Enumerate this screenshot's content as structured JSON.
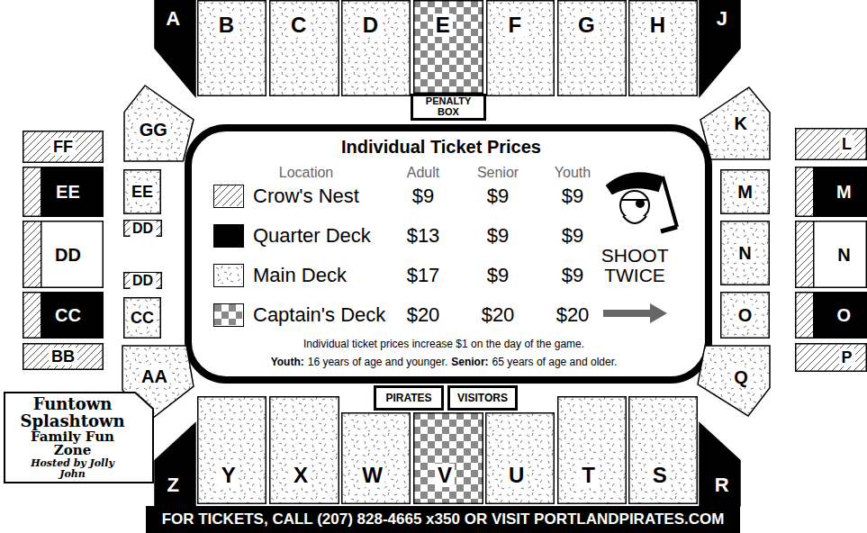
{
  "diagram": {
    "title": "Individual Ticket Prices",
    "nodes": [
      {
        "text": [
          "A"
        ]
      },
      {
        "text": [
          "B"
        ]
      },
      {
        "text": [
          "C"
        ]
      },
      {
        "text": [
          "D"
        ]
      },
      {
        "text": [
          "E"
        ]
      },
      {
        "text": [
          "F"
        ]
      },
      {
        "text": [
          "G"
        ]
      },
      {
        "text": [
          "H"
        ]
      },
      {
        "text": [
          "J"
        ]
      },
      {
        "text": [
          "PENALTY BOX"
        ]
      },
      {
        "text": [
          "GG"
        ]
      },
      {
        "text": [
          "K"
        ]
      },
      {
        "text": [
          "FF"
        ]
      },
      {
        "text": [
          "L"
        ]
      },
      {
        "text": [
          "EE"
        ]
      },
      {
        "text": [
          "EE"
        ]
      },
      {
        "text": [
          "M"
        ]
      },
      {
        "text": [
          "M"
        ]
      },
      {
        "text": [
          "DD"
        ]
      },
      {
        "text": [
          "DD"
        ]
      },
      {
        "text": [
          "DD"
        ]
      },
      {
        "text": [
          "N"
        ]
      },
      {
        "text": [
          "N"
        ]
      },
      {
        "text": [
          "CC"
        ]
      },
      {
        "text": [
          "CC"
        ]
      },
      {
        "text": [
          "O"
        ]
      },
      {
        "text": [
          "O"
        ]
      },
      {
        "text": [
          "BB"
        ]
      },
      {
        "text": [
          "AA"
        ]
      },
      {
        "text": [
          "Q"
        ]
      },
      {
        "text": [
          "P"
        ]
      },
      {
        "text": [
          "PIRATES"
        ]
      },
      {
        "text": [
          "VISITORS"
        ]
      },
      {
        "text": [
          "Funtown Splashtown",
          "Family Fun Zone",
          "Hosted by Jolly John"
        ]
      },
      {
        "text": [
          "Z"
        ]
      },
      {
        "text": [
          "Y"
        ]
      },
      {
        "text": [
          "X"
        ]
      },
      {
        "text": [
          "W"
        ]
      },
      {
        "text": [
          "V"
        ]
      },
      {
        "text": [
          "U"
        ]
      },
      {
        "text": [
          "T"
        ]
      },
      {
        "text": [
          "S"
        ]
      },
      {
        "text": [
          "R"
        ]
      },
      {
        "text": [
          "FOR TICKETS, CALL (207) 828-4665 x350 OR VISIT PORTLANDPIRATES.COM"
        ]
      }
    ],
    "labels": [
      "Location",
      "Adult",
      "Senior",
      "Youth",
      "$9",
      "$9",
      "$9",
      "$13",
      "$9",
      "$9",
      "$17",
      "$9",
      "$9",
      "$20",
      "$20",
      "$20",
      "SHOOT TWICE",
      "Individual ticket prices increase $1 on the day of the game.",
      "Youth:",
      "16 years of age and younger.",
      "Senior:",
      "65 years of age and older."
    ],
    "legend": [
      {
        "text": "Crow's Nest"
      },
      {
        "text": "Quarter Deck",
        "color": "#000000"
      },
      {
        "text": "Main Deck"
      },
      {
        "text": "Captain's Deck"
      }
    ]
  }
}
